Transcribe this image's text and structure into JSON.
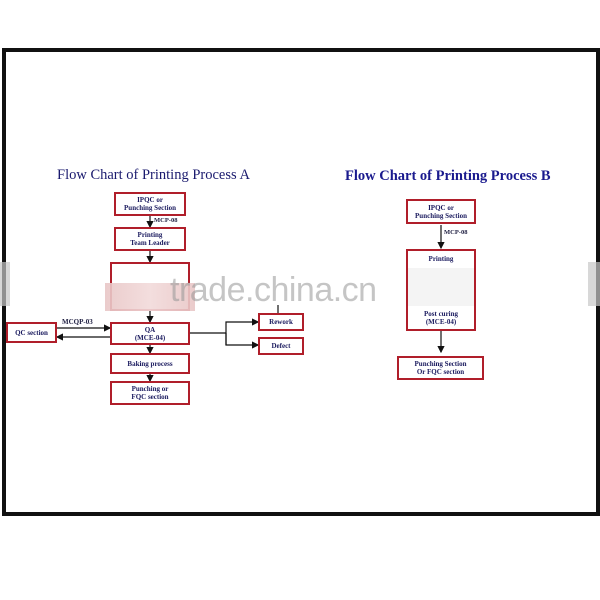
{
  "diagram_a": {
    "title": "Flow Chart of  Printing Process A",
    "ipqc": [
      "IPQC or",
      "Punching Section"
    ],
    "label_mcp": "MCP-08",
    "printing": [
      "Printing",
      "Team Leader"
    ],
    "qa": [
      "QA",
      "(MCE-04)"
    ],
    "baking": "Baking process",
    "punching": [
      "Punching or",
      "FQC section"
    ],
    "qc_section": "QC section",
    "label_mcqp": "MCQP-03",
    "rework": "Rework",
    "defect": "Defect"
  },
  "diagram_b": {
    "title": "Flow Chart of Printing Process B",
    "ipqc": [
      "IPQC or",
      "Punching Section"
    ],
    "label_mcp": "MCP-08",
    "printing": "Printing",
    "post_curing": [
      "Post curing",
      "(MCE-04)"
    ],
    "punching": [
      "Punching Section",
      "Or FQC section"
    ]
  },
  "watermark": "trade.china.cn",
  "colors": {
    "box_border": "#b01e2a",
    "title_a": "#1a1a6e",
    "title_b": "#1a1a8e",
    "frame": "#111111"
  }
}
